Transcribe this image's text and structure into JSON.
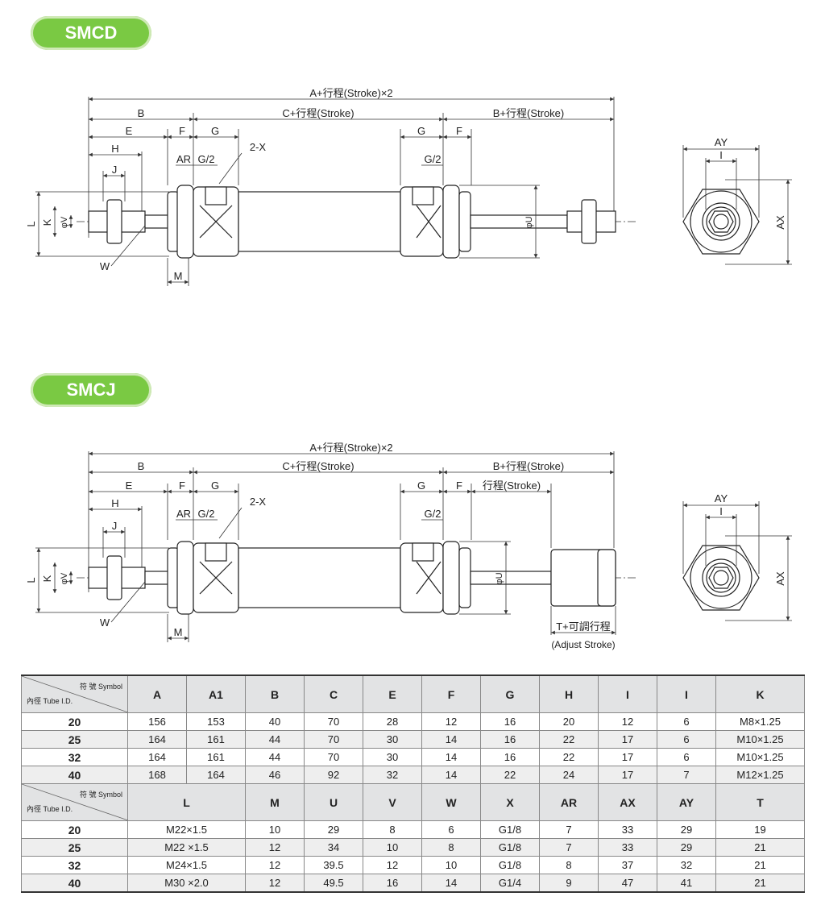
{
  "sections": [
    {
      "badge": "SMCD"
    },
    {
      "badge": "SMCJ"
    }
  ],
  "labels": {
    "a_total": "A+行程(Stroke)×2",
    "b": "B",
    "c_stroke": "C+行程(Stroke)",
    "b_stroke": "B+行程(Stroke)",
    "e": "E",
    "f": "F",
    "g": "G",
    "h": "H",
    "j": "J",
    "ar": "AR",
    "g2": "G/2",
    "x2": "2-X",
    "l": "L",
    "k": "K",
    "v": "φV",
    "u": "φU",
    "w": "W",
    "m": "M",
    "ay": "AY",
    "i": "I",
    "ax": "AX",
    "stroke": "行程(Stroke)",
    "t_adjust": "T+可調行程",
    "adjust_stroke": "(Adjust Stroke)"
  },
  "table": {
    "symbol_label": "符 號 Symbol",
    "tube_label": "內徑 Tube I.D.",
    "header1": [
      "A",
      "A1",
      "B",
      "C",
      "E",
      "F",
      "G",
      "H",
      "I",
      "I",
      "K"
    ],
    "rows1": [
      {
        "id": "20",
        "values": [
          "156",
          "153",
          "40",
          "70",
          "28",
          "12",
          "16",
          "20",
          "12",
          "6",
          "M8×1.25"
        ]
      },
      {
        "id": "25",
        "values": [
          "164",
          "161",
          "44",
          "70",
          "30",
          "14",
          "16",
          "22",
          "17",
          "6",
          "M10×1.25"
        ]
      },
      {
        "id": "32",
        "values": [
          "164",
          "161",
          "44",
          "70",
          "30",
          "14",
          "16",
          "22",
          "17",
          "6",
          "M10×1.25"
        ]
      },
      {
        "id": "40",
        "values": [
          "168",
          "164",
          "46",
          "92",
          "32",
          "14",
          "22",
          "24",
          "17",
          "7",
          "M12×1.25"
        ]
      }
    ],
    "header2": [
      "L",
      "M",
      "U",
      "V",
      "W",
      "X",
      "AR",
      "AX",
      "AY",
      "T"
    ],
    "rows2": [
      {
        "id": "20",
        "values": [
          "M22×1.5",
          "10",
          "29",
          "8",
          "6",
          "G1/8",
          "7",
          "33",
          "29",
          "19"
        ]
      },
      {
        "id": "25",
        "values": [
          "M22 ×1.5",
          "12",
          "34",
          "10",
          "8",
          "G1/8",
          "7",
          "33",
          "29",
          "21"
        ]
      },
      {
        "id": "32",
        "values": [
          "M24×1.5",
          "12",
          "39.5",
          "12",
          "10",
          "G1/8",
          "8",
          "37",
          "32",
          "21"
        ]
      },
      {
        "id": "40",
        "values": [
          "M30 ×2.0",
          "12",
          "49.5",
          "16",
          "14",
          "G1/4",
          "9",
          "47",
          "41",
          "21"
        ]
      }
    ]
  }
}
